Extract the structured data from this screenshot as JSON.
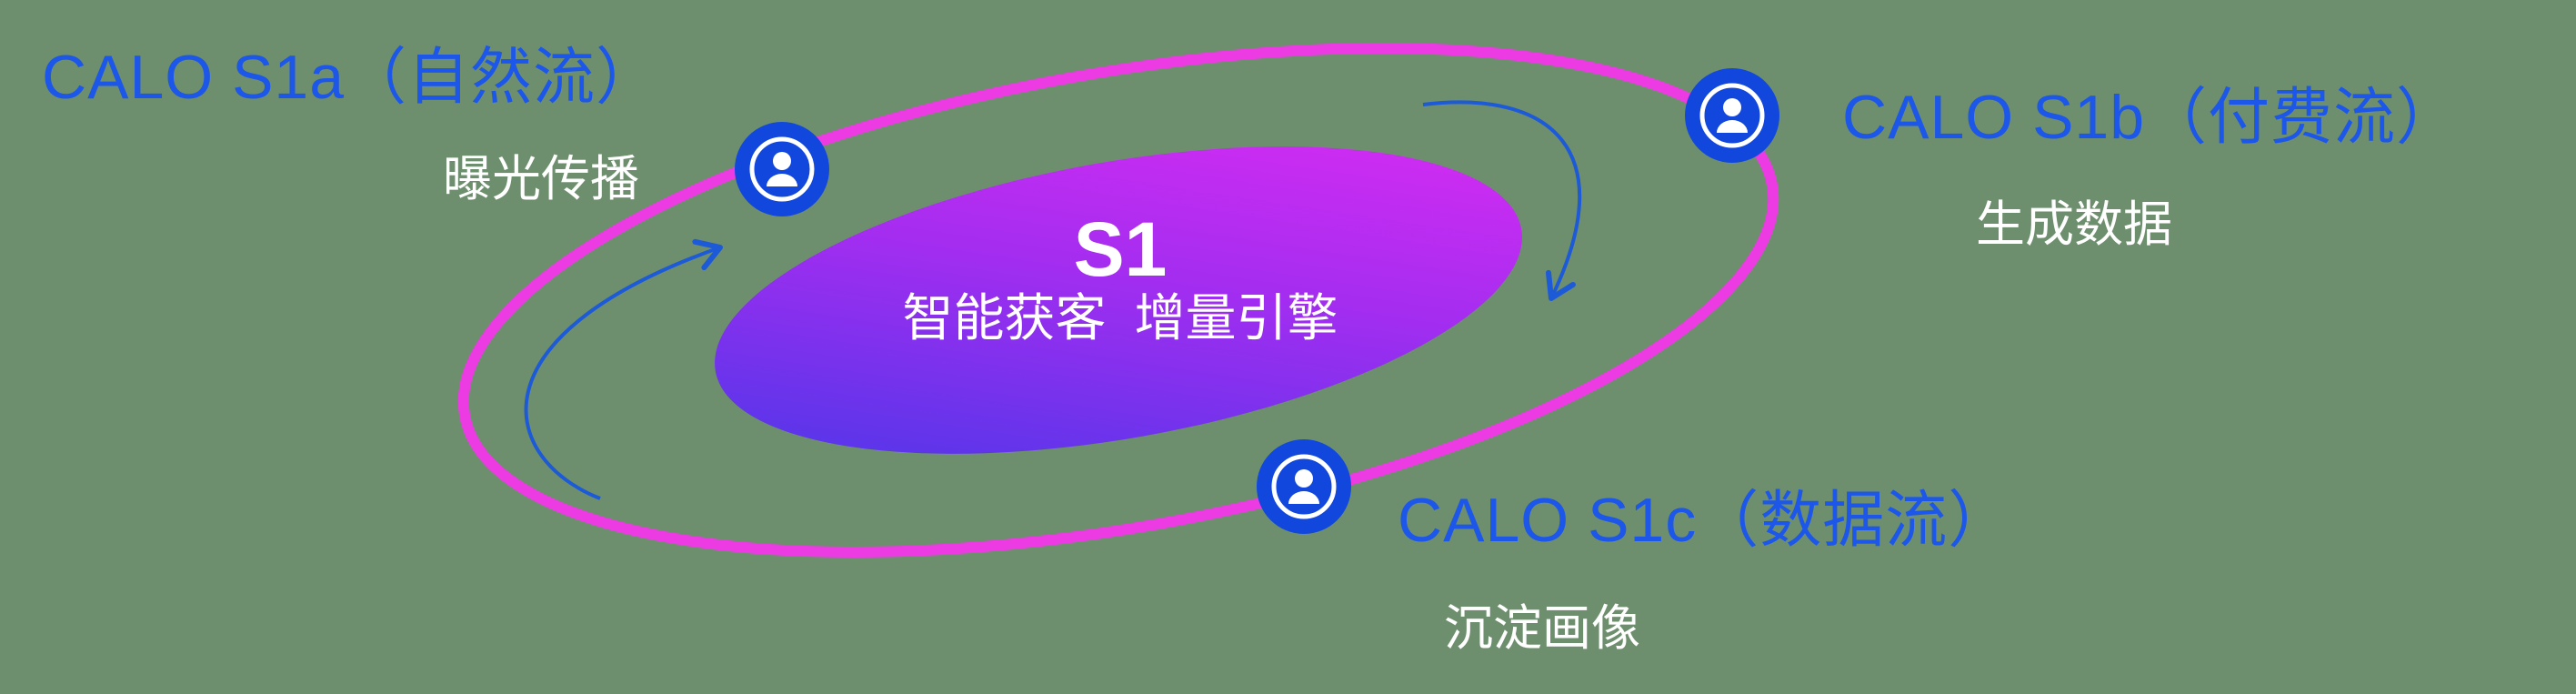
{
  "diagram": {
    "center": {
      "title": "S1",
      "subtitle": "智能获客  增量引擎"
    },
    "nodes": [
      {
        "id": "s1a",
        "title": "CALO S1a（自然流）",
        "subtitle": "曝光传播",
        "icon": "person-badge-icon"
      },
      {
        "id": "s1b",
        "title": "CALO S1b（付费流）",
        "subtitle": "生成数据",
        "icon": "person-badge-icon"
      },
      {
        "id": "s1c",
        "title": "CALO S1c（数据流）",
        "subtitle": "沉淀画像",
        "icon": "person-badge-icon"
      }
    ],
    "colors": {
      "background": "#6d8f6d",
      "orbit_ring": "#ec3be3",
      "node_fill": "#1147dd",
      "label_blue": "#1c57ea",
      "arrow_blue": "#1d5ad8",
      "core_gradient_start": "#4338e8",
      "core_gradient_mid": "#a32df0",
      "core_gradient_end": "#e02cf2",
      "text_white": "#ffffff"
    }
  }
}
